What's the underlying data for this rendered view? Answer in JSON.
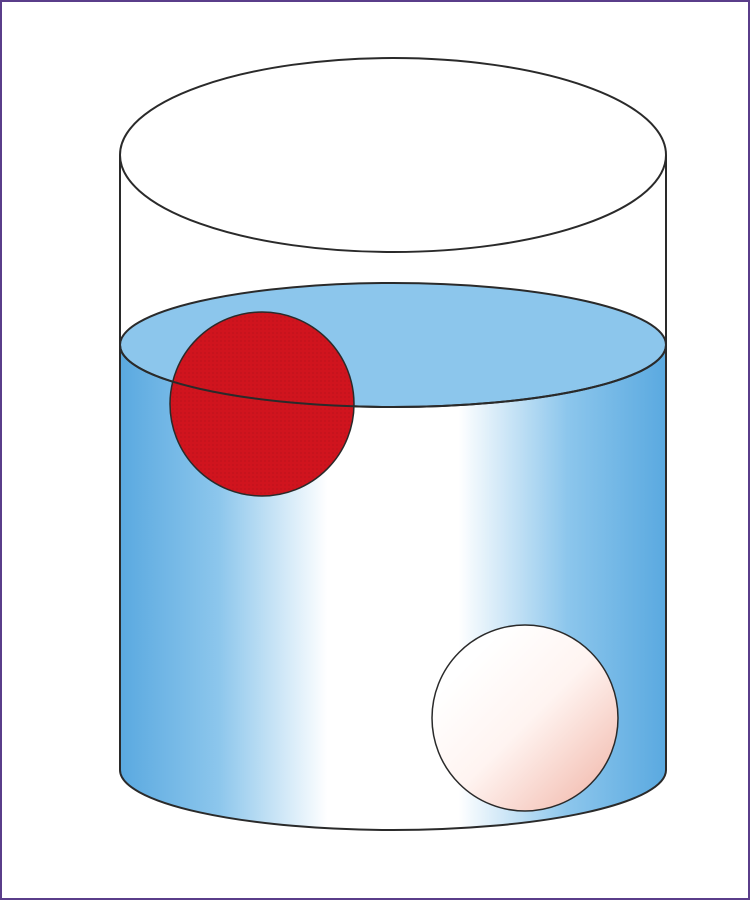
{
  "figure": {
    "colors": {
      "border": "#5a3e8a",
      "outline": "#2a2a2a",
      "water_edge": "#5aa9e0",
      "water_mid": "#a9d3f1",
      "water_highlight": "#ffffff",
      "water_surface": "#8cc6ec",
      "floating_ball": "#d0141e",
      "sunken_ball_light": "#ffffff",
      "sunken_ball_tint": "#f6c9bf"
    },
    "objects": [
      {
        "name": "glass-cylinder",
        "description_visible": false
      },
      {
        "name": "water",
        "description_visible": false
      },
      {
        "name": "floating-red-ball",
        "state": "floating at surface"
      },
      {
        "name": "sunken-white-ball",
        "state": "resting at bottom"
      }
    ]
  }
}
